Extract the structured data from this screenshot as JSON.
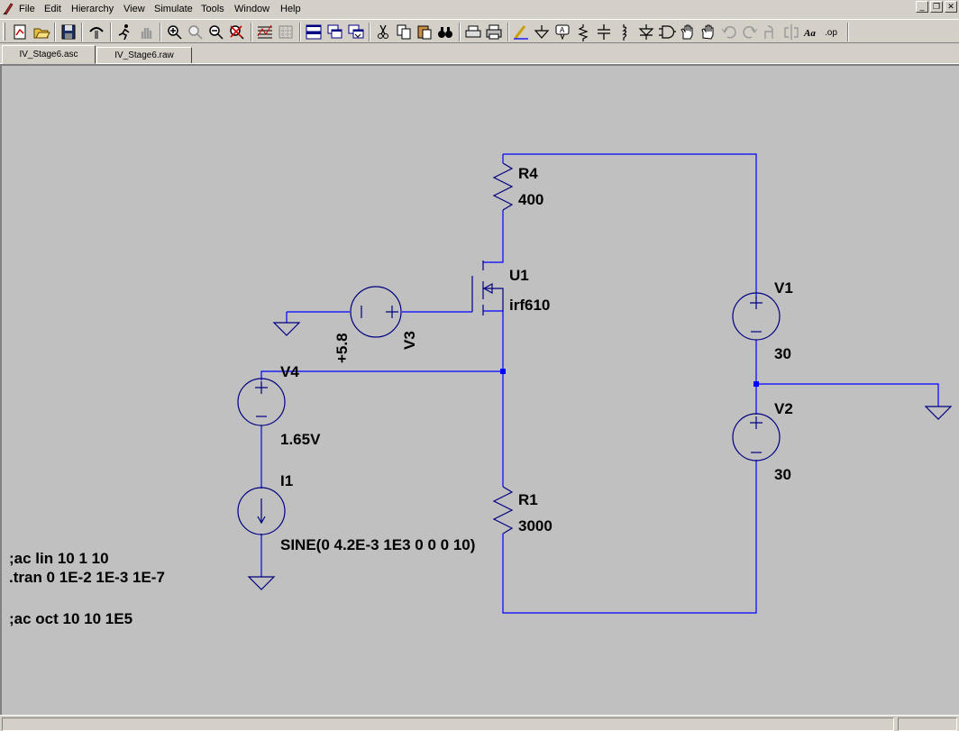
{
  "menu": [
    "File",
    "Edit",
    "Hierarchy",
    "View",
    "Simulate",
    "Tools",
    "Window",
    "Help"
  ],
  "window_buttons": {
    "minimize": "_",
    "restore": "❐",
    "close": "✕"
  },
  "toolbar_icons": [
    "new-schematic-icon",
    "open-folder-icon",
    "save-icon",
    "control-panel-icon",
    "run-icon",
    "halt-icon",
    "zoom-in-icon",
    "zoom-out-icon",
    "zoom-fit-icon",
    "zoom-cancel-icon",
    "autorange-icon",
    "grid-icon",
    "tile-horizontal-icon",
    "cascade-icon",
    "tile-vertical-icon",
    "cut-icon",
    "copy-icon",
    "paste-icon",
    "find-icon",
    "print-preview-icon",
    "print-icon",
    "draw-wire-icon",
    "ground-icon",
    "label-net-icon",
    "resistor-icon",
    "capacitor-icon",
    "inductor-icon",
    "diode-icon",
    "component-icon",
    "move-icon",
    "drag-icon",
    "undo-icon",
    "redo-icon",
    "rotate-icon",
    "mirror-icon",
    "text-icon",
    "spice-directive-icon"
  ],
  "tabs": [
    {
      "label": "IV_Stage6.asc",
      "active": true
    },
    {
      "label": "IV_Stage6.raw",
      "active": false
    }
  ],
  "schematic": {
    "colors": {
      "wire": "#0000ff",
      "symbol": "#000080",
      "background": "#c0c0c0"
    },
    "components": {
      "R4": {
        "name": "R4",
        "value": "400"
      },
      "U1": {
        "name": "U1",
        "value": "irf610"
      },
      "V3": {
        "name": "V3",
        "value": "+5.8"
      },
      "V4": {
        "name": "V4",
        "value": "1.65V"
      },
      "I1": {
        "name": "I1",
        "value": "SINE(0 4.2E-3 1E3 0 0 0 10)"
      },
      "R1": {
        "name": "R1",
        "value": "3000"
      },
      "V1": {
        "name": "V1",
        "value": "30"
      },
      "V2": {
        "name": "V2",
        "value": "30"
      }
    },
    "directives": [
      ";ac lin 10 1 10",
      ".tran 0 1E-2 1E-3 1E-7",
      ";ac oct 10 10 1E5"
    ]
  }
}
